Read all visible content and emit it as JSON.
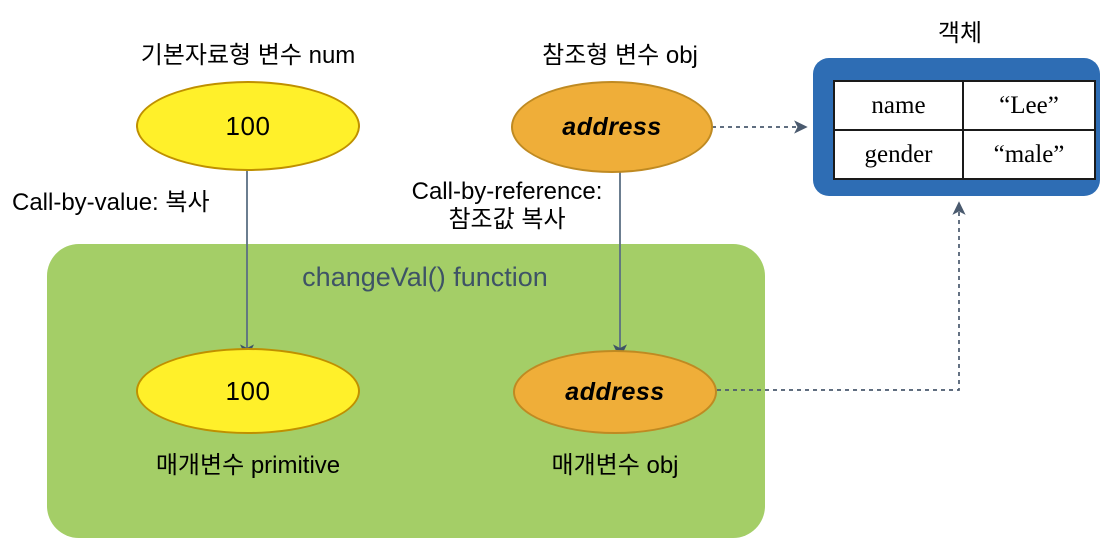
{
  "diagram": {
    "title_primitive_var": "기본자료형 변수 num",
    "title_reference_var": "참조형 변수 obj",
    "title_object": "객체",
    "call_by_value_label": "Call-by-value: 복사",
    "call_by_reference_label": "Call-by-reference:\n참조값 복사",
    "function_title": "changeVal() function",
    "param_primitive_label": "매개변수 primitive",
    "param_obj_label": "매개변수 obj"
  },
  "variables": {
    "outer_primitive_value": "100",
    "outer_reference_value": "address",
    "inner_primitive_value": "100",
    "inner_reference_value": "address"
  },
  "object": {
    "rows": [
      {
        "key": "name",
        "value": "“Lee”"
      },
      {
        "key": "gender",
        "value": "“male”"
      }
    ]
  },
  "colors": {
    "primitive_fill": "#FFF02A",
    "primitive_stroke": "#BF9000",
    "reference_fill": "#EFAE39",
    "reference_stroke": "#BF8A22",
    "function_box": "#A4CE67",
    "object_box": "#2E6DB4",
    "function_title_text": "#3E5366",
    "arrow": "#3E5366",
    "text": "#000000"
  }
}
